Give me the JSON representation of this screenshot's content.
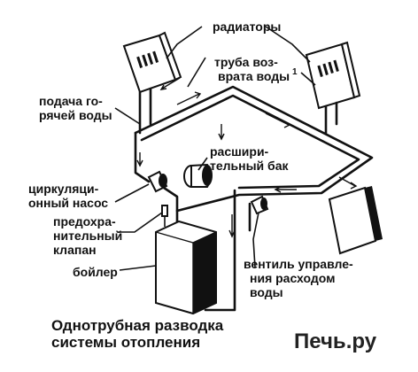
{
  "labels": {
    "radiators": "радиаторы",
    "return_pipe_1": "труба воз-",
    "return_pipe_2": "врата воды",
    "return_pipe_sup": "1",
    "hot_supply_1": "подача го-",
    "hot_supply_2": "рячей воды",
    "expansion_tank_1": "расшири-",
    "expansion_tank_2": "тельный бак",
    "circ_pump_1": "циркуляци-",
    "circ_pump_2": "онный насос",
    "safety_valve_1": "предохра-",
    "safety_valve_2": "нительный",
    "safety_valve_3": "клапан",
    "boiler": "бойлер",
    "flow_valve_1": "вентиль управле-",
    "flow_valve_2": "ния расходом",
    "flow_valve_3": "воды"
  },
  "caption": {
    "line1": "Однотрубная разводка",
    "line2": "системы отопления"
  },
  "logo": "Печь.ру"
}
